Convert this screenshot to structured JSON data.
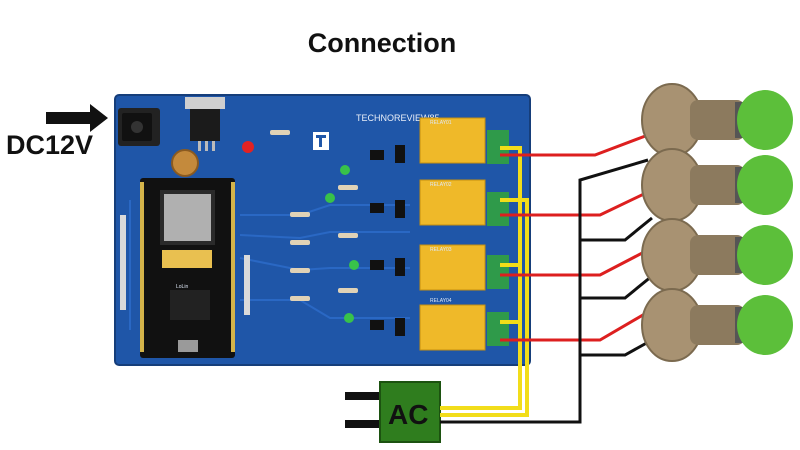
{
  "title": "Connection",
  "power_label": "DC12V",
  "ac_label": "AC",
  "board_brand": "TECHNOREVIEW85",
  "relay_labels": [
    "RELAY01",
    "RELAY02",
    "RELAY03",
    "RELAY04"
  ],
  "module_label": "LoLin",
  "colors": {
    "board": "#1f56a8",
    "relay": "#efb929",
    "terminal": "#2f9a4a",
    "ac_box": "#2f7d1e",
    "wire_red": "#dd1f1f",
    "wire_black": "#111111",
    "wire_yellow": "#f2dd1a",
    "bulb_glass": "#5cbf3a",
    "holder": "#a89272"
  },
  "icons": [
    "arrow-right-icon",
    "dc-jack-icon",
    "bulb-icon"
  ]
}
